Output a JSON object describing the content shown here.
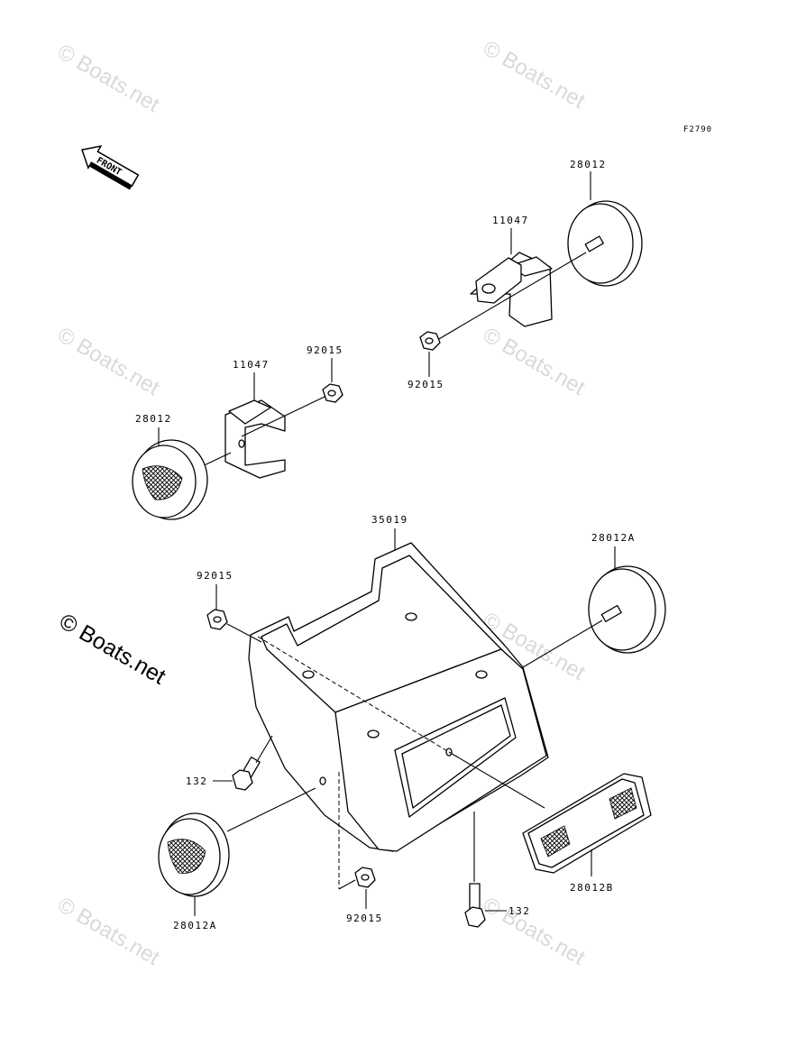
{
  "diagram": {
    "figure_code": "F2790",
    "front_label": "FRONT",
    "watermark": "© Boats.net",
    "watermark_prominent": "© Boats.net",
    "callouts": {
      "part_28012_right": "28012",
      "part_11047_right": "11047",
      "part_92015_right": "92015",
      "part_11047_left": "11047",
      "part_92015_left": "92015",
      "part_28012_left": "28012",
      "part_35019": "35019",
      "part_28012A_right": "28012A",
      "part_92015_mid": "92015",
      "part_132_left": "132",
      "part_28012A_bottom": "28012A",
      "part_92015_bottom": "92015",
      "part_132_bottom": "132",
      "part_28012B": "28012B"
    }
  }
}
